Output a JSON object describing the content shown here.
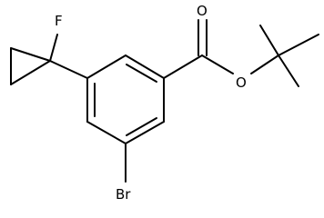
{
  "molecule": {
    "atoms": {
      "fluorine": "F",
      "oxygen_carbonyl": "O",
      "oxygen_ester": "O",
      "bromine": "Br"
    }
  },
  "colors": {
    "bond": "#000000",
    "label": "#000000",
    "background": "#ffffff"
  }
}
